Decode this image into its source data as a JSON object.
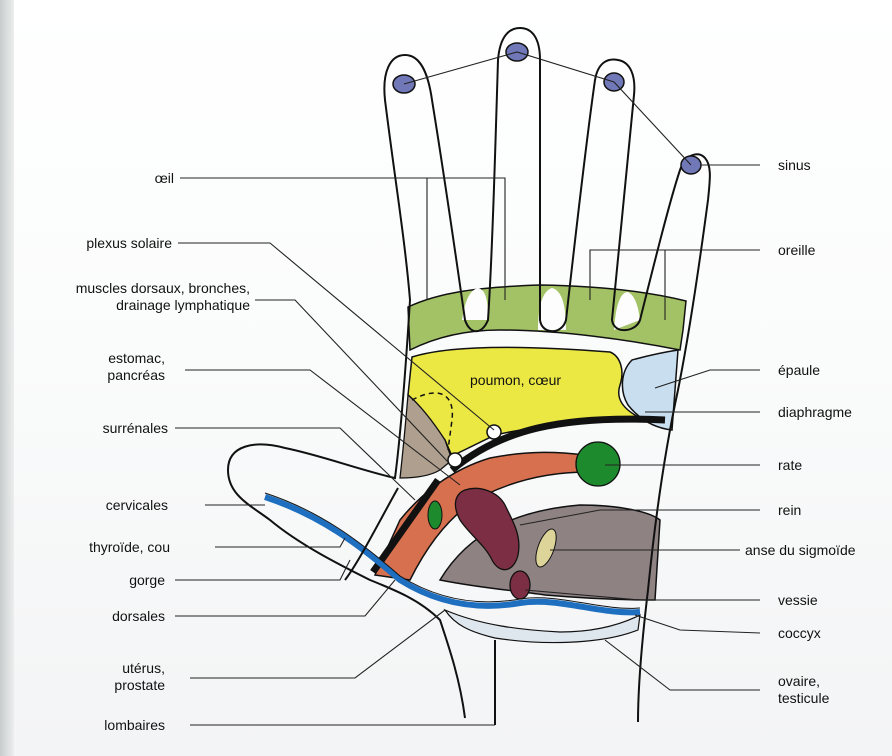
{
  "diagram": {
    "inner_label": "poumon, cœur",
    "labels_left": {
      "oeil": "œil",
      "plexus": "plexus solaire",
      "muscles_1": "muscles dorsaux, bronches,",
      "muscles_2": "drainage lymphatique",
      "estomac_1": "estomac,",
      "estomac_2": "pancréas",
      "surrenales": "surrénales",
      "cervicales": "cervicales",
      "thyroide": "thyroïde, cou",
      "gorge": "gorge",
      "dorsales": "dorsales",
      "uterus_1": "utérus,",
      "uterus_2": "prostate",
      "lombaires": "lombaires"
    },
    "labels_right": {
      "sinus": "sinus",
      "oreille": "oreille",
      "epaule": "épaule",
      "diaphragme": "diaphragme",
      "rate": "rate",
      "rein": "rein",
      "anse": "anse du sigmoïde",
      "vessie": "vessie",
      "coccyx": "coccyx",
      "ovaire_1": "ovaire,",
      "ovaire_2": "testicule"
    },
    "colors": {
      "green_band": "#a3c266",
      "yellow": "#ece843",
      "light_blue": "#c9dff0",
      "tan": "#ae9f8e",
      "orange": "#d7704f",
      "spleen": "#1e8a2e",
      "kidney": "#7c2f44",
      "grey": "#8e8283",
      "sigmoid": "#ddd49a",
      "blue_line": "#1f6fc0",
      "sinus_dot": "#7078b8"
    }
  }
}
